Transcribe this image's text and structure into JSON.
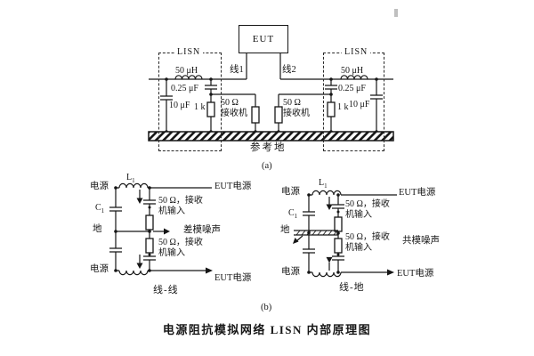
{
  "a": {
    "eut": "EUT",
    "line1": "线1",
    "line2": "线2",
    "lisn_left": "LISN",
    "lisn_right": "LISN",
    "ind_left": "50 μH",
    "ind_right": "50 μH",
    "cap_series_left": "0.25 μF",
    "cap_series_right": "0.25 μF",
    "cap_shunt_left": "10 μF",
    "cap_shunt_right": "10 μF",
    "res_left": "1 k",
    "res_right": "1 k",
    "rcv_left_ohm": "50 Ω",
    "rcv_left_name": "接收机",
    "rcv_right_ohm": "50 Ω",
    "rcv_right_name": "接收机",
    "ground": "参考地",
    "tag": "(a)"
  },
  "b": {
    "left": {
      "src_top": "电源",
      "src_bottom": "电源",
      "l1": {
        "base": "L",
        "sub": "1"
      },
      "c1": {
        "base": "C",
        "sub": "1"
      },
      "gnd": "地",
      "eut_top": "EUT电源",
      "eut_bottom": "EUT电源",
      "rcv1_line1": "50 Ω，接收",
      "rcv1_line2": "机输入",
      "rcv2_line1": "50 Ω，接收",
      "rcv2_line2": "机输入",
      "noise": "差模噪声",
      "sub_caption": "线-线"
    },
    "right": {
      "src_top": "电源",
      "src_bottom": "电源",
      "l1": {
        "base": "L",
        "sub": "1"
      },
      "c1": {
        "base": "C",
        "sub": "1"
      },
      "gnd": "地",
      "eut_top": "EUT电源",
      "eut_bottom": "EUT电源",
      "rcv1_line1": "50 Ω，接收",
      "rcv1_line2": "机输入",
      "rcv2_line1": "50 Ω，接收",
      "rcv2_line2": "机输入",
      "noise": "共模噪声",
      "sub_caption": "线-地"
    },
    "tag": "(b)"
  },
  "caption": "电源阻抗模拟网络 LISN 内部原理图",
  "colors": {
    "ink": "#161616",
    "paper": "#ffffff"
  }
}
